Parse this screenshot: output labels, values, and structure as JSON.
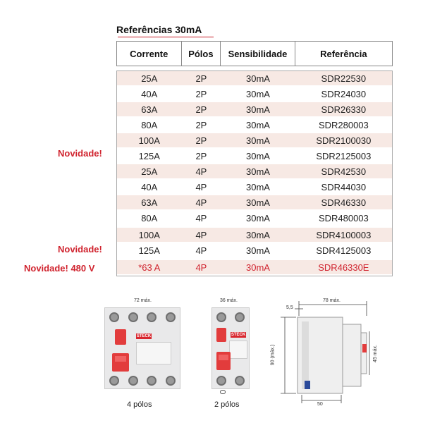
{
  "title": "Referências 30mA",
  "table": {
    "headers": [
      "Corrente",
      "Pólos",
      "Sensibilidade",
      "Referência"
    ],
    "rows": [
      {
        "corrente": "25A",
        "polos": "2P",
        "sens": "30mA",
        "ref": "SDR22530"
      },
      {
        "corrente": "40A",
        "polos": "2P",
        "sens": "30mA",
        "ref": "SDR24030"
      },
      {
        "corrente": "63A",
        "polos": "2P",
        "sens": "30mA",
        "ref": "SDR26330"
      },
      {
        "corrente": "80A",
        "polos": "2P",
        "sens": "30mA",
        "ref": "SDR280003"
      },
      {
        "corrente": "100A",
        "polos": "2P",
        "sens": "30mA",
        "ref": "SDR2100030"
      },
      {
        "corrente": "125A",
        "polos": "2P",
        "sens": "30mA",
        "ref": "SDR2125003"
      },
      {
        "corrente": "25A",
        "polos": "4P",
        "sens": "30mA",
        "ref": "SDR42530"
      },
      {
        "corrente": "40A",
        "polos": "4P",
        "sens": "30mA",
        "ref": "SDR44030"
      },
      {
        "corrente": "63A",
        "polos": "4P",
        "sens": "30mA",
        "ref": "SDR46330"
      },
      {
        "corrente": "80A",
        "polos": "4P",
        "sens": "30mA",
        "ref": "SDR480003"
      },
      {
        "corrente": "100A",
        "polos": "4P",
        "sens": "30mA",
        "ref": "SDR4100003"
      },
      {
        "corrente": "125A",
        "polos": "4P",
        "sens": "30mA",
        "ref": "SDR4125003"
      },
      {
        "corrente": "*63 A",
        "polos": "4P",
        "sens": "30mA",
        "ref": "SDR46330E"
      }
    ]
  },
  "badges": {
    "novidade_1": "Novidade!",
    "novidade_2": "Novidade!",
    "novidade_3": "Novidade! 480 V"
  },
  "products": {
    "four_pole": {
      "width_label": "72 máx.",
      "caption": "4 pólos",
      "brand": "STECK"
    },
    "two_pole": {
      "width_label": "36 máx.",
      "caption": "2 pólos",
      "brand": "STECK"
    },
    "side": {
      "top_label": "78 máx.",
      "offset_label": "5,5",
      "height_label": "90 (máx.)",
      "inner_label": "45 máx.",
      "bottom_label": "50"
    }
  },
  "colors": {
    "accent_red": "#d0232e",
    "row_shade": "#f7e9e4"
  }
}
